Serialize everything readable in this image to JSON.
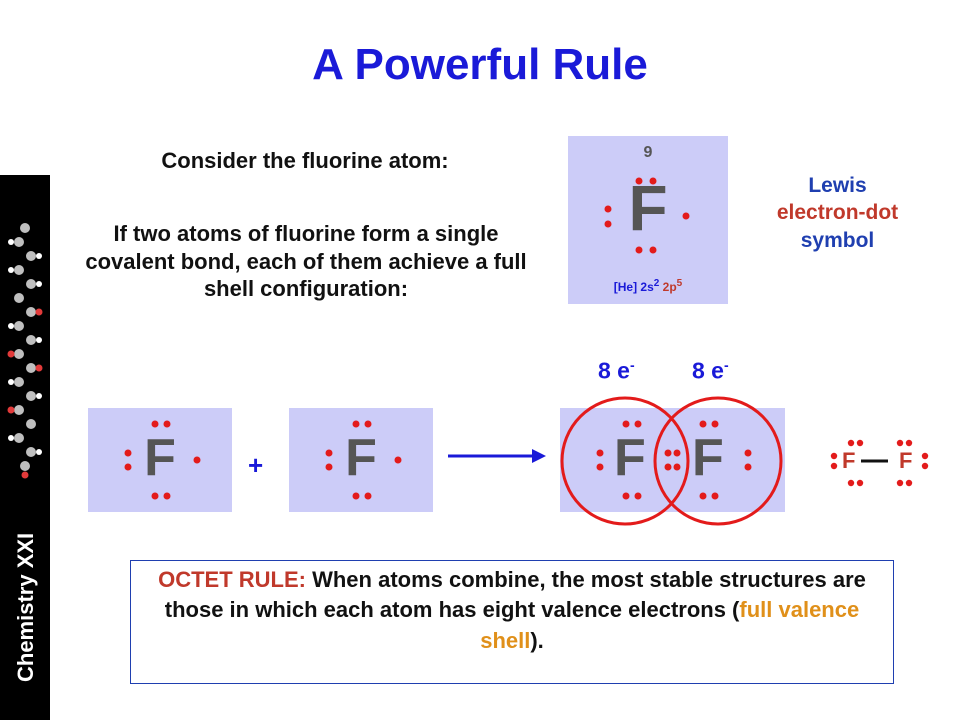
{
  "slide": {
    "title": "A Powerful Rule",
    "sidebar_label": "Chemistry XXI",
    "consider": "Consider the fluorine atom:",
    "intro": "If two atoms of fluorine form a single covalent bond, each of them achieve a full shell configuration:",
    "lewis": {
      "line1": "Lewis",
      "line2": "electron-dot",
      "line3": "symbol"
    },
    "atom": {
      "number": "9",
      "symbol": "F",
      "config_prefix": "[He] 2s",
      "config_s": "2",
      "config_mid": " 2p",
      "config_p": "5"
    },
    "electron_label_left": "8 e",
    "electron_label_right": "8 e",
    "electron_sup": "-",
    "plus": "+",
    "structure": {
      "left": "F",
      "right": "F"
    },
    "octet": {
      "rule_label": "OCTET RULE:",
      "text_before": " When atoms combine, the most stable structures are those in which each atom has eight valence electrons (",
      "highlight": "full valence shell",
      "text_after": ")."
    },
    "colors": {
      "accent": "#1a1ad8",
      "red": "#c0392b",
      "panel": "#ccccf8",
      "orange": "#e0901a"
    }
  }
}
